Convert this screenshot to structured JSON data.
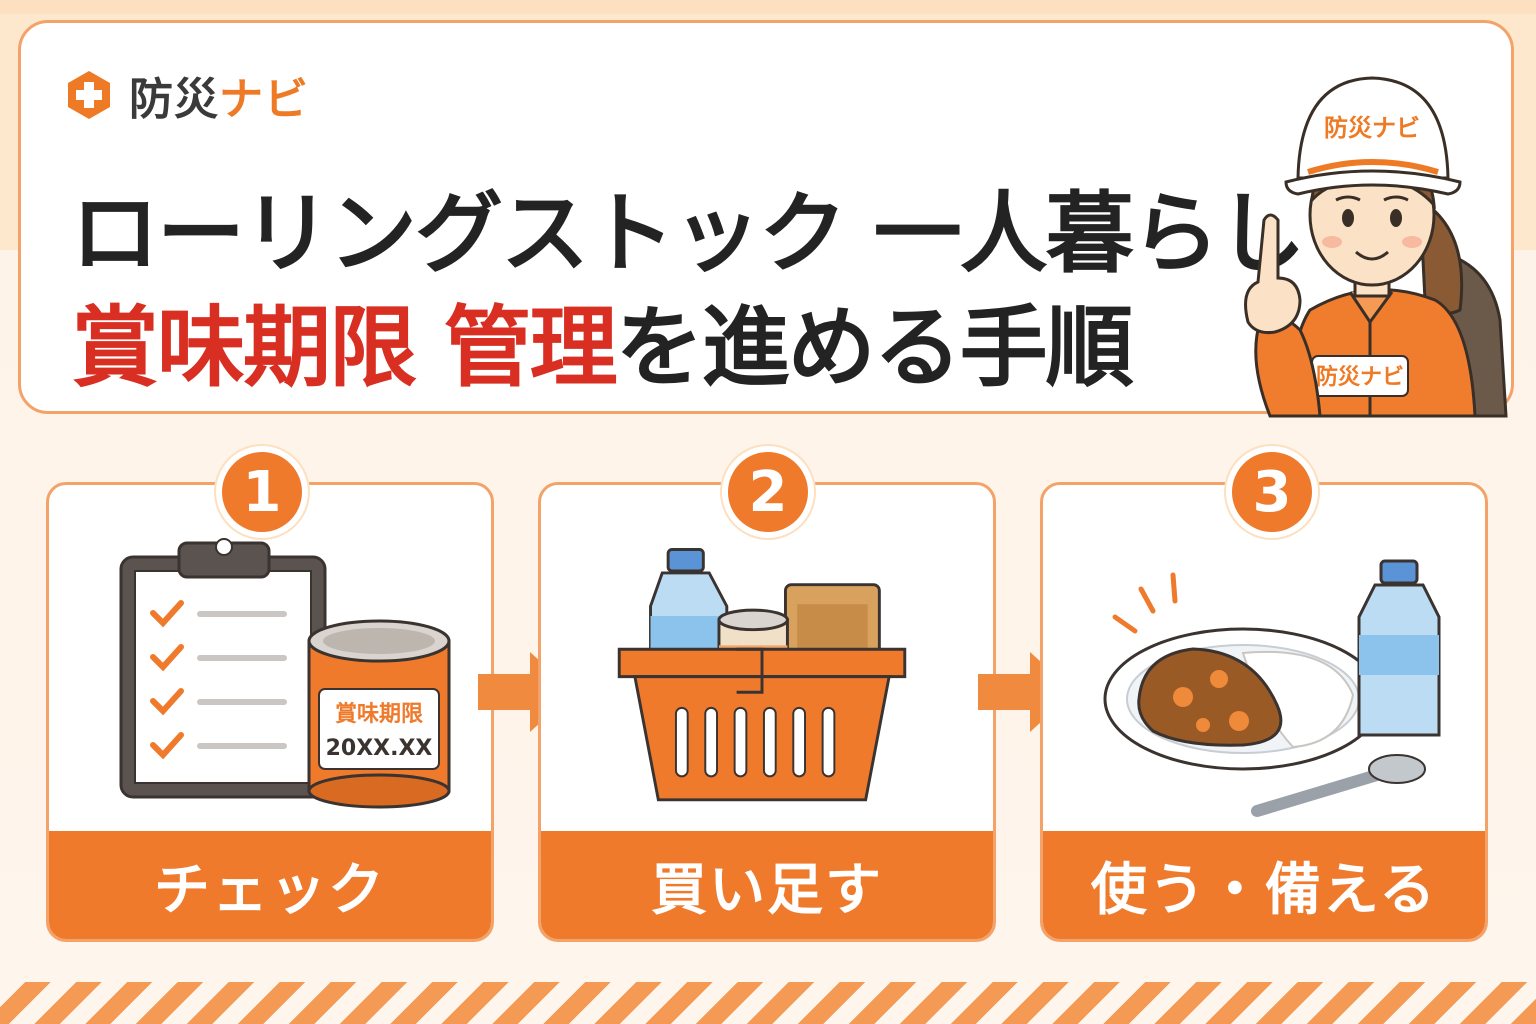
{
  "brand": {
    "name_part1": "防災",
    "name_part2": "ナビ",
    "accent_color": "#ef7a25",
    "icon": "medical-cross-hexagon-icon"
  },
  "title": {
    "line1": "ローリングストック 一人暮らし",
    "line2_red1": "賞味期限",
    "line2_red2": "管理",
    "line2_dark": "を進める手順"
  },
  "character": {
    "helmet_text": "防災ナビ",
    "badge_text": "防災ナビ"
  },
  "steps": [
    {
      "number": "1",
      "label": "チェック",
      "can_label": "賞味期限",
      "can_date": "20XX.XX"
    },
    {
      "number": "2",
      "label": "買い足す"
    },
    {
      "number": "3",
      "label": "使う・備える"
    }
  ],
  "colors": {
    "primary": "#ef7a2c",
    "title_red": "#d92e22",
    "title_dark": "#232323"
  }
}
